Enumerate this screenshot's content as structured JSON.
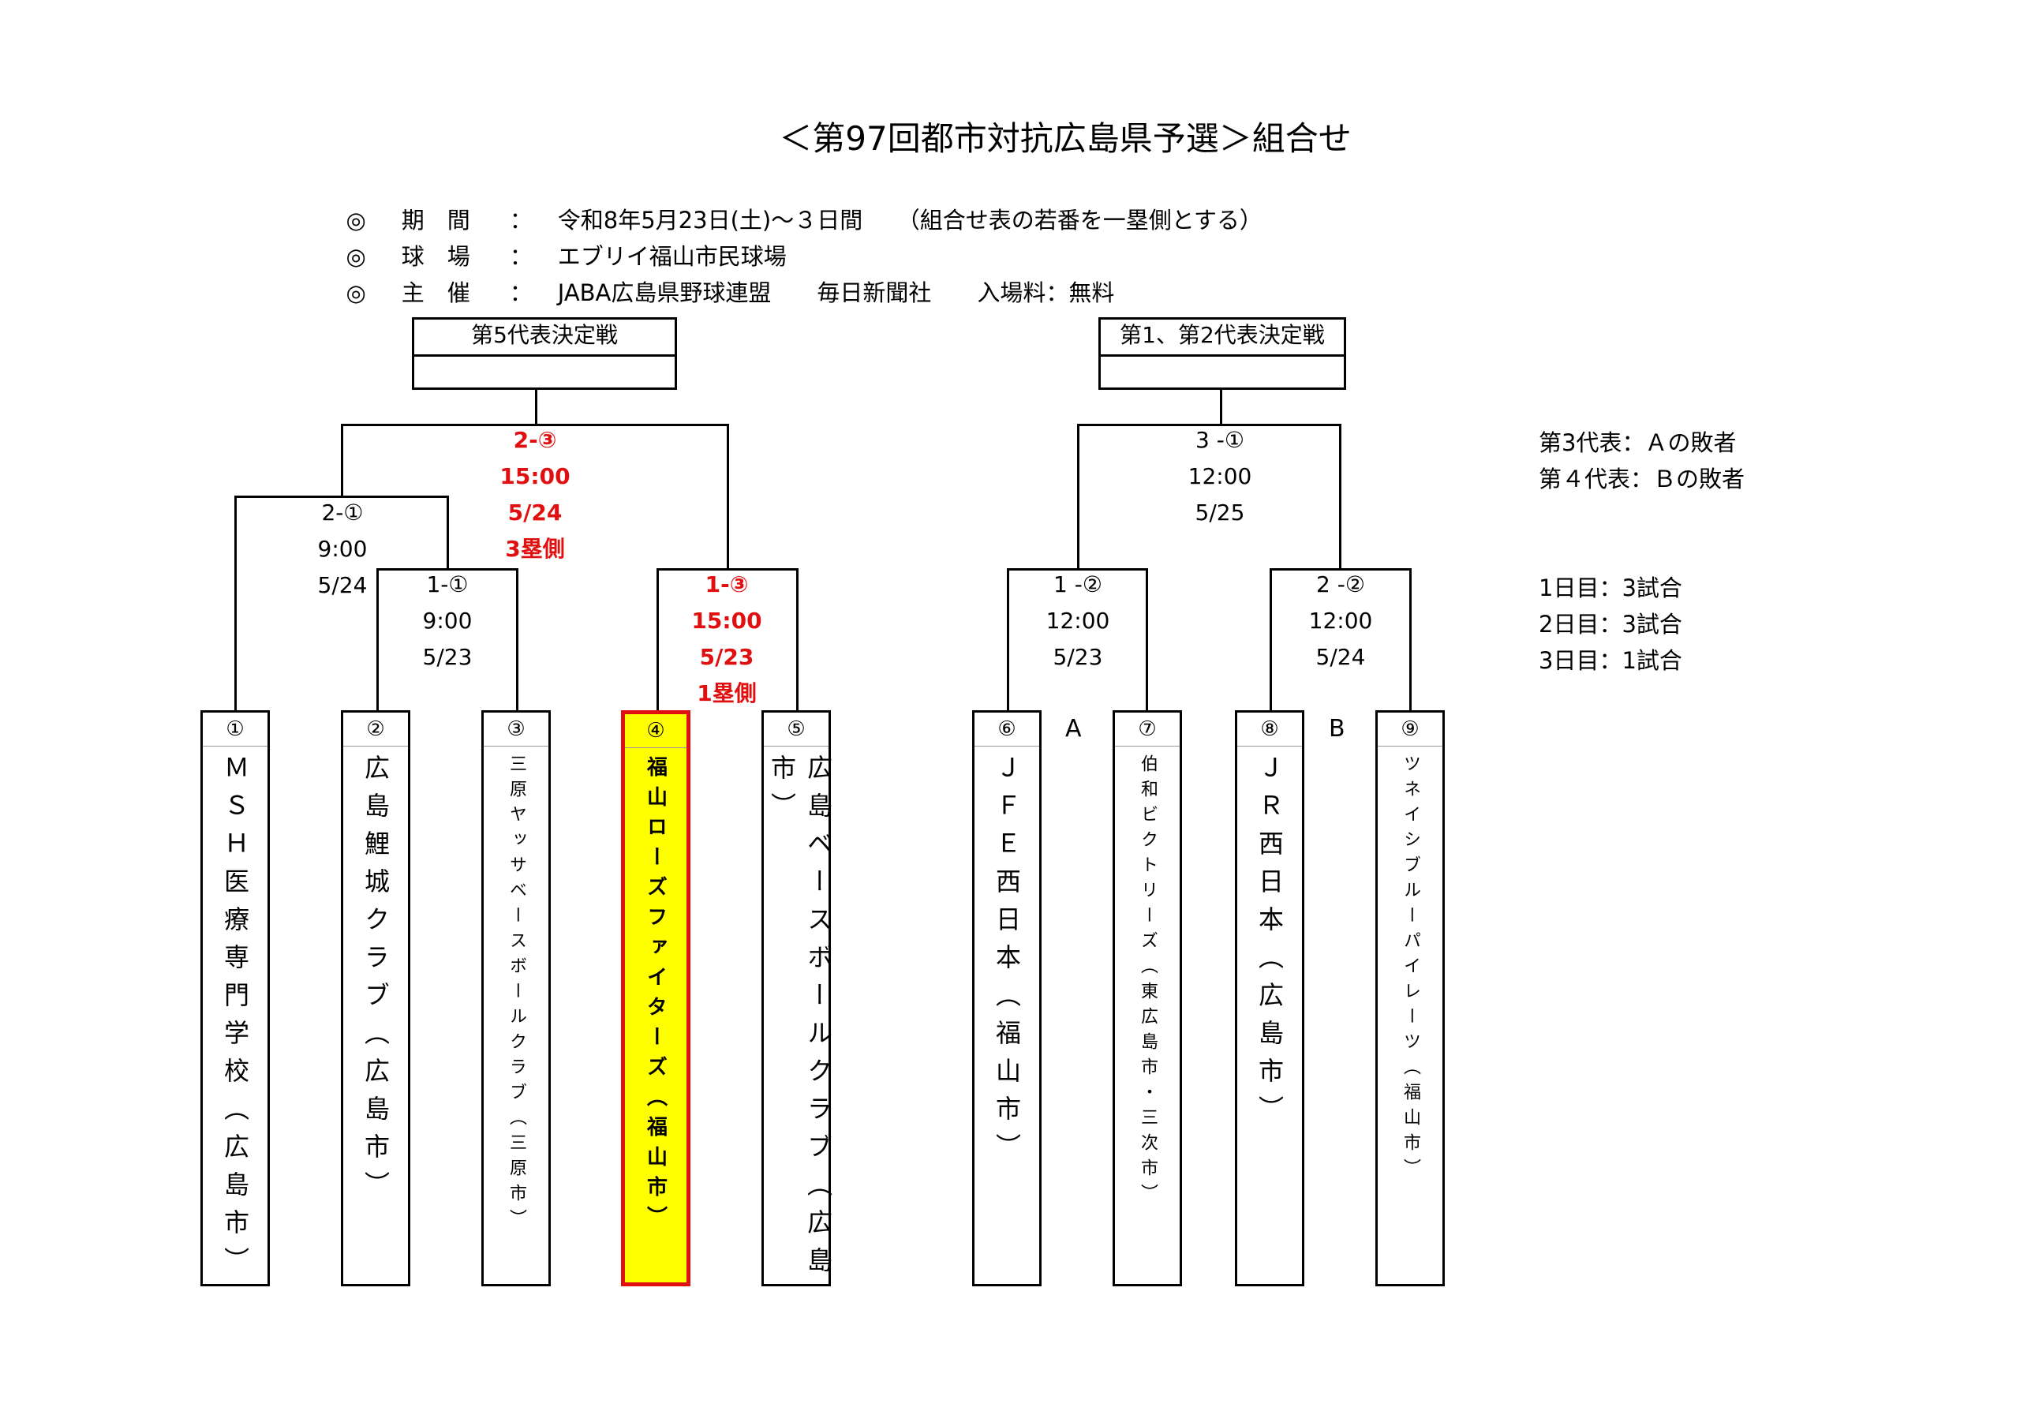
{
  "title": "＜第97回都市対抗広島県予選＞組合せ",
  "info": [
    {
      "mark": "◎",
      "label": "期　間",
      "sep": "：",
      "value": "令和8年5月23日(土)～３日間　　（組合せ表の若番を一塁側とする）"
    },
    {
      "mark": "◎",
      "label": "球　場",
      "sep": "：",
      "value": "エブリイ福山市民球場"
    },
    {
      "mark": "◎",
      "label": "主　催",
      "sep": "：",
      "value": "JABA広島県野球連盟　　毎日新聞社　　入場料：無料"
    }
  ],
  "finals": {
    "left": "第5代表決定戦",
    "right": "第1、第2代表決定戦"
  },
  "games": {
    "g2_3": {
      "id": "2-③",
      "time": "15:00",
      "date": "5/24",
      "side": "3塁側"
    },
    "g2_1": {
      "id": "2-①",
      "time": "9:00",
      "date": "5/24"
    },
    "g1_1": {
      "id": "1-①",
      "time": "9:00",
      "date": "5/23"
    },
    "g1_3": {
      "id": "1-③",
      "time": "15:00",
      "date": "5/23",
      "side": "1塁側"
    },
    "g3_1": {
      "id": "3 -①",
      "time": "12:00",
      "date": "5/25"
    },
    "g1_2": {
      "id": "1 -②",
      "time": "12:00",
      "date": "5/23"
    },
    "g2_2": {
      "id": "2 -②",
      "time": "12:00",
      "date": "5/24"
    }
  },
  "labels": {
    "a": "A",
    "b": "B"
  },
  "notes": {
    "rep3": "第3代表：Ａの敗者",
    "rep4": "第４代表：Ｂの敗者",
    "day1": "1日目：3試合",
    "day2": "2日目：3試合",
    "day3": "3日目：1試合"
  },
  "teams": [
    {
      "num": "①",
      "name": "ＭＳＨ医療専門学校（広島市）"
    },
    {
      "num": "②",
      "name": "広島鯉城クラブ（広島市）"
    },
    {
      "num": "③",
      "name": "三原ヤッサベースボールクラブ（三原市）"
    },
    {
      "num": "④",
      "name": "福山ローズファイターズ（福山市）"
    },
    {
      "num": "⑤",
      "name": "広島ベースボールクラブ（広島市）"
    },
    {
      "num": "⑥",
      "name": "ＪＦＥ西日本（福山市）"
    },
    {
      "num": "⑦",
      "name": "伯和ビクトリーズ（東広島市・三次市）"
    },
    {
      "num": "⑧",
      "name": "ＪＲ西日本（広島市）"
    },
    {
      "num": "⑨",
      "name": "ツネイシブルーパイレーツ（福山市）"
    }
  ],
  "colors": {
    "highlight": "#ffff00",
    "accent": "#e01010",
    "line": "#000000"
  }
}
